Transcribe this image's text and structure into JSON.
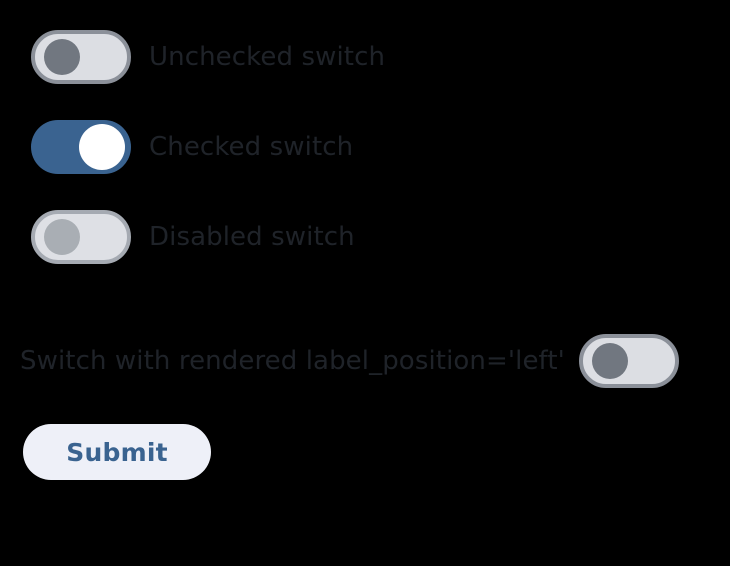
{
  "page": {
    "background_color": "#000000"
  },
  "colors": {
    "track_off": "#dcdee3",
    "track_off_border": "#8b9099",
    "knob_off": "#717780",
    "track_on": "#3a6390",
    "knob_on": "#ffffff",
    "track_disabled": "#dee0e5",
    "track_disabled_border": "#a5aab2",
    "knob_disabled": "#a9aeb4",
    "label_text": "#1f2329",
    "button_bg": "#eef0f8",
    "button_text": "#3a6390"
  },
  "switches": [
    {
      "name": "unchecked-switch",
      "label": "Unchecked switch",
      "state": "off",
      "checked": false,
      "disabled": false,
      "label_position": "right"
    },
    {
      "name": "checked-switch",
      "label": "Checked switch",
      "state": "on",
      "checked": true,
      "disabled": false,
      "label_position": "right"
    },
    {
      "name": "disabled-switch",
      "label": "Disabled switch",
      "state": "disabled",
      "checked": false,
      "disabled": true,
      "label_position": "right"
    },
    {
      "name": "label-left-switch",
      "label": "Switch with rendered label_position='left'",
      "state": "off",
      "checked": false,
      "disabled": false,
      "label_position": "left"
    }
  ],
  "form": {
    "submit_label": "Submit"
  }
}
